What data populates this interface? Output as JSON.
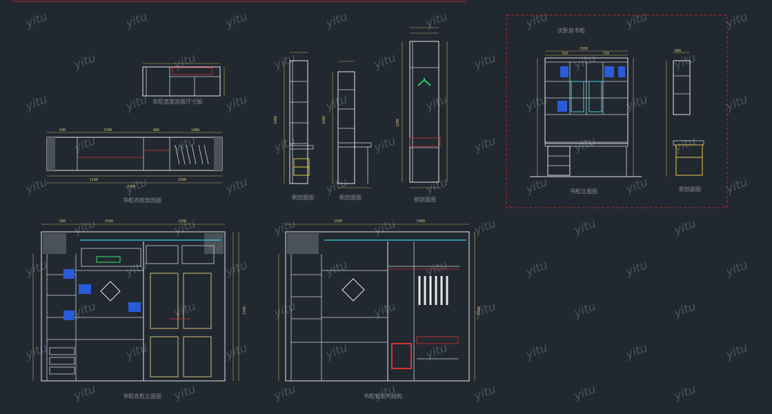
{
  "labels": {
    "wardrobe_plan": "衣柜宽度剖面尺寸图",
    "combo_plan": "书柜衣柜剖剖图",
    "side_a": "侧剖面图",
    "side_b": "侧剖面图",
    "side_c": "侧剖面图",
    "study_title": "次卧房书柜",
    "study_elev": "书柜立面图",
    "study_side": "侧剖面图",
    "combo_elev": "书柜衣柜立面图",
    "combo_struct": "书柜衣柜内结构"
  },
  "dims": {
    "plan_top": [
      "540",
      "1700",
      "880",
      "1400"
    ],
    "plan_bottom": [
      "1100",
      "3700",
      "2500"
    ],
    "side_tall": "2400",
    "wardrobe_side": "2200",
    "study_top": [
      "1500",
      "750",
      "750"
    ],
    "study_depth": "600",
    "elev_top": [
      "580",
      "1500",
      "2100"
    ],
    "elev_height": "2700",
    "struct_top": [
      "1500",
      "1900"
    ],
    "struct_height": "2700"
  },
  "watermark": "yitu",
  "colors": {
    "background": "#212830",
    "lines": "#e9e9e9",
    "dimensions": "#cdb25d",
    "accent_red": "#e03333",
    "accent_cyan": "#37d3e0",
    "books_blue": "#2a5bd8",
    "frame_red_dashed": "#c0282e"
  }
}
